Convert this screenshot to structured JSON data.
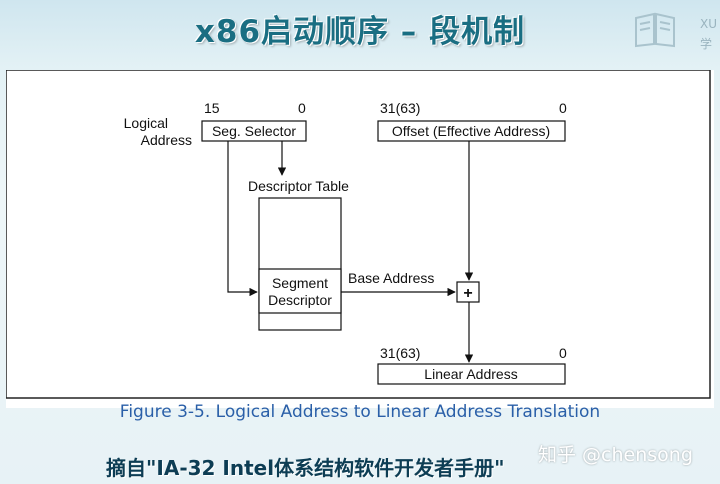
{
  "slide": {
    "title": "x86启动顺序 – 段机制",
    "logo_text": "XU\n学",
    "caption": "Figure 3-5.  Logical Address to Linear Address Translation",
    "footer": "摘自\"IA-32 Intel体系结构软件开发者手册\"",
    "watermark": "知乎 @chensong"
  },
  "diagram": {
    "logical_address_label": "Logical\nAddress",
    "selector": {
      "high_bit": "15",
      "low_bit": "0",
      "label": "Seg. Selector"
    },
    "offset": {
      "high_bit": "31(63)",
      "low_bit": "0",
      "label": "Offset (Effective Address)"
    },
    "descriptor_table_label": "Descriptor Table",
    "segment_descriptor_label": "Segment\nDescriptor",
    "base_address_label": "Base Address",
    "adder_symbol": "+",
    "linear": {
      "high_bit": "31(63)",
      "low_bit": "0",
      "label": "Linear Address"
    }
  },
  "colors": {
    "title": "#1a6e82",
    "caption": "#2a5fa8",
    "footer": "#0d3d54"
  }
}
